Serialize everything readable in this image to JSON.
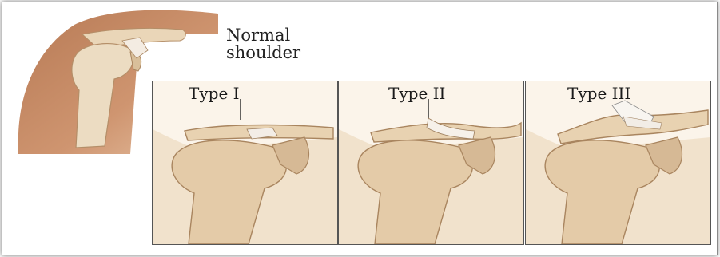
{
  "normal": {
    "label_line1": "Normal",
    "label_line2": "shoulder"
  },
  "panels": [
    {
      "title": "Type I"
    },
    {
      "title": "Type II"
    },
    {
      "title": "Type III"
    }
  ],
  "colors": {
    "bone": "#e8d2b1",
    "bone_shade": "#c7a47f",
    "skin": "#c88b63",
    "skin_dark": "#a9694a",
    "panel_bg": "#fbf4ea"
  }
}
